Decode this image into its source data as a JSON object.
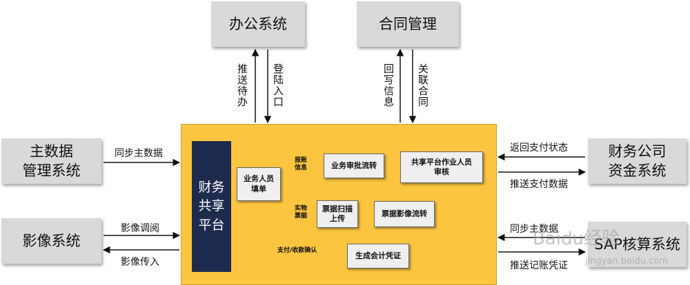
{
  "external_systems": {
    "office": "办公系统",
    "contract": "合同管理",
    "master_data": "主数据\n管理系统",
    "image_system": "影像系统",
    "treasury": "财务公司\n资金系统",
    "sap": "SAP核算系统"
  },
  "flows": {
    "office_push_todo": "推送待办",
    "office_login_entry": "登陆入口",
    "contract_writeback": "回写信息",
    "contract_link": "关联合同",
    "master_sync": "同步主数据",
    "image_retrieve": "影像调阅",
    "image_upload": "影像传入",
    "treasury_return_status": "返回支付状态",
    "treasury_push_payment": "推送支付数据",
    "sap_sync_master": "同步主数据",
    "sap_push_voucher": "推送记账凭证"
  },
  "platform": {
    "core_label": "财务\n共享\n平台",
    "nodes": {
      "fill_form": "业务人员\n填单",
      "approval_flow": "业务审批流转",
      "shared_review": "共享平台作业人员\n审核",
      "bill_scan": "票据扫描\n上传",
      "image_flow": "票据影像流转",
      "gen_voucher": "生成会计凭证"
    },
    "edge_labels": {
      "reimburse_info": "报账\n信息",
      "physical_bill": "实物\n票据",
      "payment_confirm": "支付/收款确认"
    }
  },
  "watermark": {
    "brand": "Baidu经验",
    "url": "jingyan.baidu.com"
  }
}
